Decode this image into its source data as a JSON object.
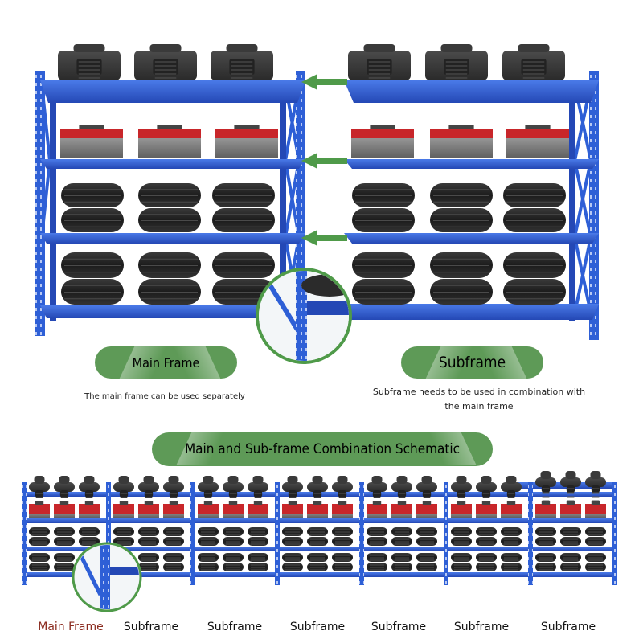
{
  "colors": {
    "rack_blue": "#2e5fd6",
    "rack_blue_dark": "#1f45a8",
    "pill_green": "#5e9a57",
    "arrow_green": "#4f9a49",
    "tire_dark": "#2b2b2b",
    "toolbox_red": "#c8262a",
    "toolbox_gray": "#7d7d7d",
    "main_frame_label_color": "#8a2a1e"
  },
  "main_frame": {
    "title": "Main Frame",
    "description": "The main frame can be used separately"
  },
  "subframe": {
    "title": "Subframe",
    "description": "Subframe needs to be used in combination with the main frame"
  },
  "schematic": {
    "title": "Main and Sub-frame Combination Schematic"
  },
  "bottom_labels": [
    "Main Frame",
    "Subframe",
    "Subframe",
    "Subframe",
    "Subframe",
    "Subframe",
    "Subframe"
  ],
  "icons": {
    "arrow": "left-arrow-icon",
    "magnifier": "connection-detail-magnifier"
  }
}
